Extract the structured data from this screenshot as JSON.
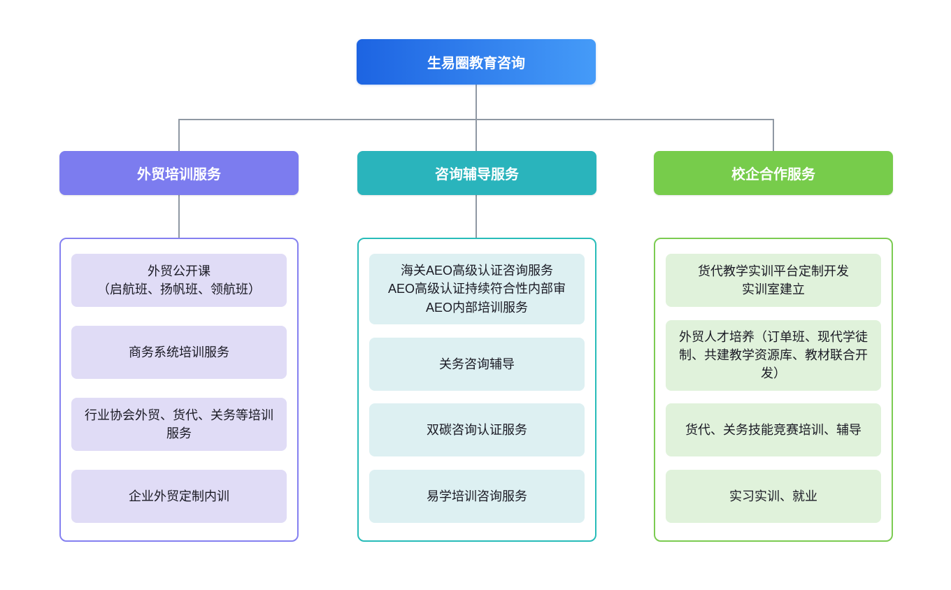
{
  "diagram_title": "生易圈教育咨询",
  "root": {
    "label": "生易圈教育咨询",
    "color_from": "#1D64E2",
    "color_to": "#459BF8",
    "text_color": "#ffffff"
  },
  "connector_color": "#8f98a3",
  "branches": [
    {
      "label": "外贸培训服务",
      "header_color": "#7C7CEF",
      "border_color": "#8480F0",
      "item_bg": "#E0DCF6",
      "items": [
        "外贸公开课\n（启航班、扬帆班、领航班）",
        "商务系统培训服务",
        "行业协会外贸、货代、关务等培训服务",
        "企业外贸定制内训"
      ]
    },
    {
      "label": "咨询辅导服务",
      "header_color": "#2AB4BC",
      "border_color": "#27BCB9",
      "item_bg": "#DDF0F2",
      "items": [
        "海关AEO高级认证咨询服务\nAEO高级认证持续符合性内部审\nAEO内部培训服务",
        "关务咨询辅导",
        "双碳咨询认证服务",
        "易学培训咨询服务"
      ]
    },
    {
      "label": "校企合作服务",
      "header_color": "#77CC4B",
      "border_color": "#7BCB51",
      "item_bg": "#E0F2DB",
      "items": [
        "货代教学实训平台定制开发\n实训室建立",
        "外贸人才培养（订单班、现代学徒制、共建教学资源库、教材联合开发）",
        "货代、关务技能竞赛培训、辅导",
        "实习实训、就业"
      ]
    }
  ]
}
